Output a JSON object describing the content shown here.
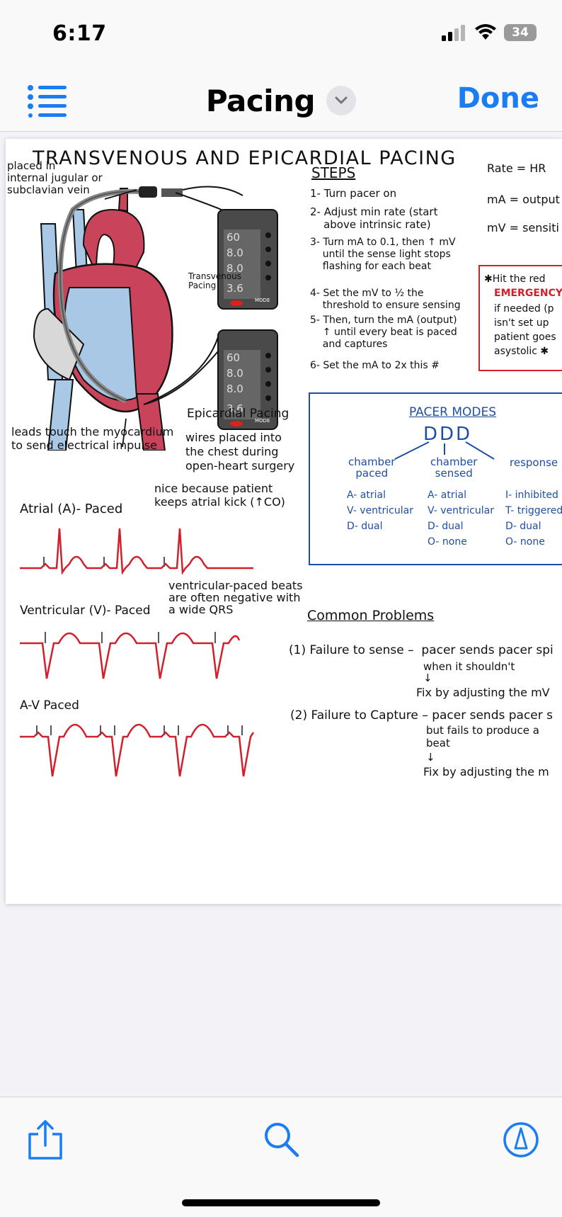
{
  "status_bar": {
    "time": "6:17",
    "battery": "34"
  },
  "nav": {
    "title": "Pacing",
    "done_label": "Done"
  },
  "document": {
    "title": "TRANSVENOUS AND EPICARDIAL PACING",
    "labels": {
      "placed_in": "placed in\ninternal jugular or\nsubclavian vein",
      "transvenous": "Transvenous\nPacing",
      "epicardial": "Epicardial Pacing",
      "epicardial_desc": "wires placed into\nthe chest during\nopen-heart surgery",
      "leads": "leads touch the myocardium\nto send electrical impulse"
    },
    "pacer": {
      "rate": "60",
      "atrial": "8.0",
      "vent": "8.0",
      "mv": "3.6",
      "mode_label": "MODE"
    },
    "steps": {
      "heading": "STEPS",
      "items": [
        "1- Turn pacer on",
        "2- Adjust min rate (start\n    above intrinsic rate)",
        "3- Turn mA to 0.1, then ↑ mV\n    until the sense light stops\n    flashing for each beat",
        "4- Set the mV to ½ the\n    threshold to ensure sensing",
        "5- Then, turn the mA (output)\n    ↑ until every beat is paced\n    and captures",
        "6- Set the mA to 2x this #"
      ]
    },
    "defs": {
      "rate": "Rate = HR",
      "ma": "mA = output",
      "mv": "mV = sensiti"
    },
    "emergency": {
      "pre": "✱Hit the red ",
      "word": "EMERGENCY",
      "post": "if needed (p\nisn't set up \npatient goes\nasystolic ✱"
    },
    "modes": {
      "heading": "PACER MODES",
      "code": "DDD",
      "col1": {
        "head": "chamber\npaced",
        "items": "A- atrial\nV- ventricular\nD- dual"
      },
      "col2": {
        "head": "chamber\nsensed",
        "items": "A- atrial\nV- ventricular\nD- dual\nO- none"
      },
      "col3": {
        "head": "response",
        "items": "I- inhibited\nT- triggered\nD- dual\nO- none"
      }
    },
    "rhythms": {
      "atrial_label": "Atrial (A)- Paced",
      "atrial_note": "nice because patient\nkeeps atrial kick (↑CO)",
      "vent_label": "Ventricular (V)- Paced",
      "vent_note": "ventricular-paced beats\nare often negative with\na wide QRS",
      "av_label": "A-V Paced"
    },
    "problems": {
      "heading": "Common Problems",
      "p1": "(1) Failure to sense –  pacer sends pacer spi",
      "p1_sub": "when it shouldn't",
      "p1_fix": "Fix by adjusting the mV",
      "p2": "(2) Failure to Capture – pacer sends pacer s",
      "p2_sub": "but fails to produce a\nbeat",
      "p2_fix": "Fix by adjusting the m"
    }
  },
  "colors": {
    "accent": "#1a7df3",
    "ink_blue": "#1e4fa3",
    "ecg_red": "#d1202b",
    "vein_blue": "#a9c8e6",
    "artery_red": "#c9445a"
  }
}
